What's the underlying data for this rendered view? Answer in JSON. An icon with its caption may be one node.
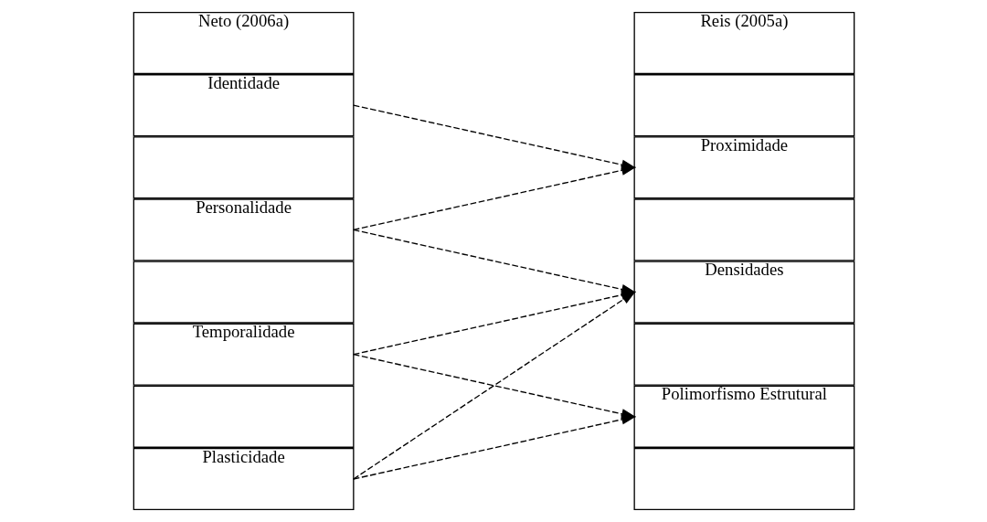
{
  "diagram": {
    "nodes": [
      {
        "text": [
          "Neto (2006a)"
        ]
      },
      {
        "text": [
          "Identidade"
        ]
      },
      {
        "text": [],
        "shape": "box"
      },
      {
        "text": [
          "Personalidade"
        ]
      },
      {
        "text": [],
        "shape": "box"
      },
      {
        "text": [
          "Temporalidade"
        ]
      },
      {
        "text": [],
        "shape": "box"
      },
      {
        "text": [
          "Plasticidade"
        ]
      },
      {
        "text": [
          "Reis (2005a)"
        ]
      },
      {
        "text": [],
        "shape": "box"
      },
      {
        "text": [
          "Proximidade"
        ]
      },
      {
        "text": [],
        "shape": "box"
      },
      {
        "text": [
          "Densidades"
        ]
      },
      {
        "text": [],
        "shape": "box"
      },
      {
        "text": [
          "Polimorfismo Estrutural"
        ]
      },
      {
        "text": [],
        "shape": "box"
      }
    ],
    "edges": [
      {
        "from": 1,
        "to": 10,
        "arrow": "to",
        "style": "dashed"
      },
      {
        "from": 3,
        "to": 10,
        "arrow": "to",
        "style": "dashed"
      },
      {
        "from": 3,
        "to": 12,
        "arrow": "to",
        "style": "dashed"
      },
      {
        "from": 5,
        "to": 12,
        "arrow": "to",
        "style": "dashed"
      },
      {
        "from": 5,
        "to": 14,
        "arrow": "to",
        "style": "dashed"
      },
      {
        "from": 7,
        "to": 12,
        "arrow": "to",
        "style": "dashed"
      },
      {
        "from": 7,
        "to": 14,
        "arrow": "to",
        "style": "dashed"
      }
    ]
  }
}
